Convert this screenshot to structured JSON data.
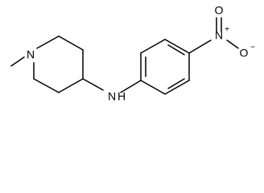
{
  "molecule": {
    "atoms": {
      "n_piperidine": "N",
      "n_amine": "N",
      "h_amine": "H",
      "n_nitro": "N",
      "n_nitro_charge": "+",
      "o_top": "O",
      "o_right": "O",
      "o_right_charge": "−"
    }
  }
}
